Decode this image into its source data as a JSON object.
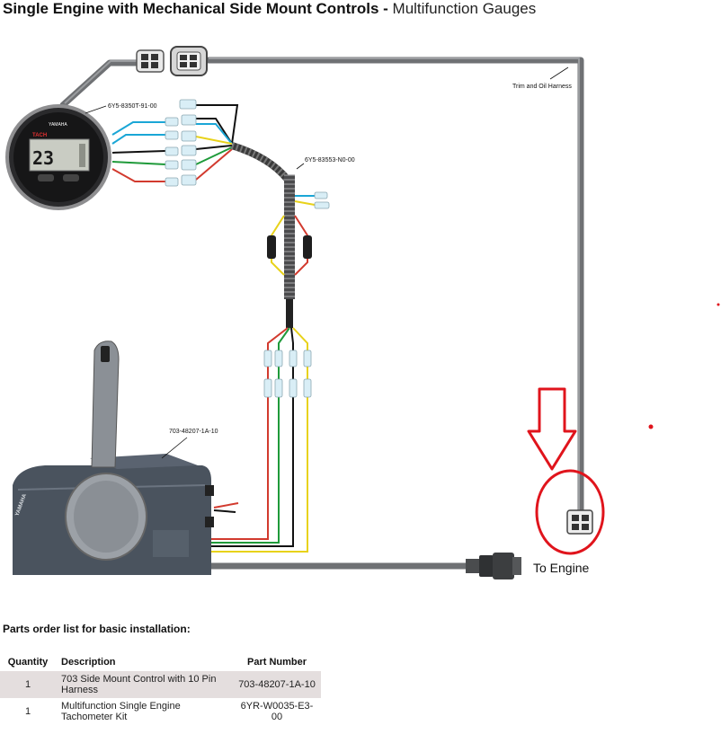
{
  "title": {
    "main": "Single Engine with Mechanical Side Mount Controls - ",
    "sub": "Multifunction Gauges"
  },
  "diagram": {
    "labels": {
      "gauge_part": "6Y5-8350T-91-00",
      "harness_part": "6Y5-83553-N0-00",
      "trim_harness": "Trim and Oil Harness",
      "control_part": "703-48207-1A-10",
      "to_engine": "To Engine"
    },
    "gauge": {
      "brand": "YAMAHA",
      "mode": "TACH",
      "reading": "23"
    },
    "control_brand": "YAMAHA",
    "colors": {
      "wire_red": "#d23a2e",
      "wire_green": "#1f9a3a",
      "wire_yellow": "#e8d21a",
      "wire_blue": "#1aa6d6",
      "wire_black": "#111111",
      "harness_gray": "#6f7174",
      "highlight_red": "#e0141c"
    }
  },
  "parts": {
    "heading": "Parts order list for basic installation:",
    "columns": [
      "Quantity",
      "Description",
      "Part Number"
    ],
    "rows": [
      {
        "qty": "1",
        "desc": "703 Side Mount Control with 10 Pin Harness",
        "part": "703-48207-1A-10"
      },
      {
        "qty": "1",
        "desc": "Multifunction Single Engine Tachometer Kit",
        "part": "6YR-W0035-E3-00"
      }
    ]
  }
}
